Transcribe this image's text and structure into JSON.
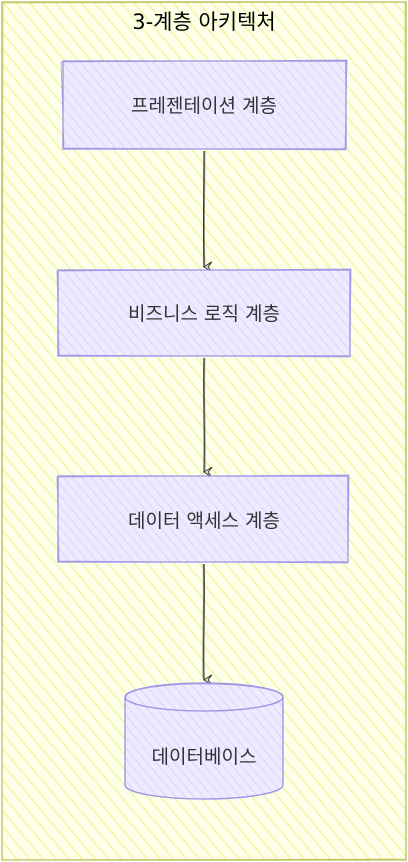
{
  "diagram": {
    "title": "3-계층 아키텍처",
    "nodes": {
      "presentation": "프레젠테이션 계층",
      "business": "비즈니스 로직 계층",
      "data_access": "데이터 액세스 계층",
      "database": "데이터베이스"
    },
    "edges": [
      {
        "from": "presentation",
        "to": "business"
      },
      {
        "from": "business",
        "to": "data_access"
      },
      {
        "from": "data_access",
        "to": "database"
      }
    ]
  },
  "colors": {
    "container_fill": "#fdffe8",
    "container_hatch": "#f4f7b0",
    "container_stroke": "#b8bd4e",
    "node_fill": "#ebeaff",
    "node_hatch": "#d8d5fb",
    "node_stroke": "#9b8fe6",
    "arrow": "#333333"
  }
}
